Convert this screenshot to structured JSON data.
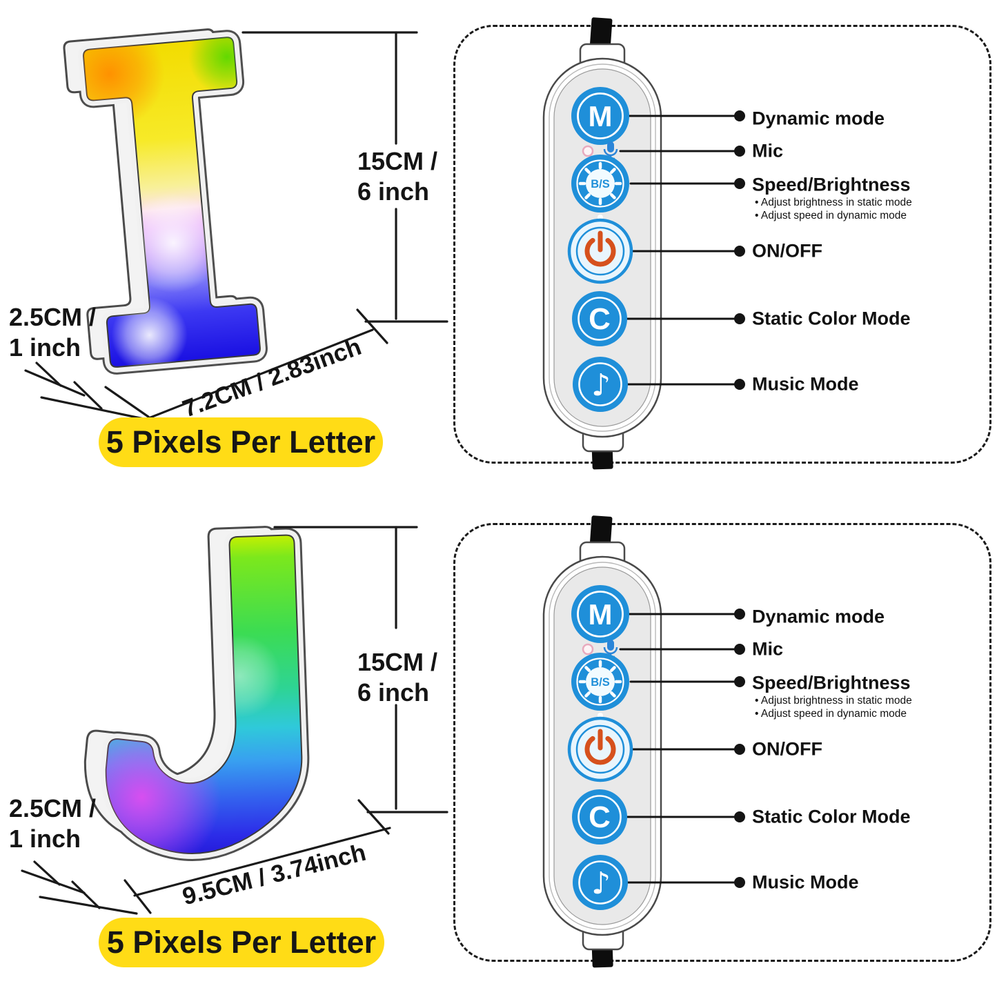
{
  "letter_panels": [
    {
      "letter": "I",
      "height_line1": "15CM /",
      "height_line2": "6 inch",
      "depth_line1": "2.5CM /",
      "depth_line2": "1 inch",
      "width_label": "7.2CM / 2.83inch",
      "badge_label": "5 Pixels Per Letter"
    },
    {
      "letter": "J",
      "height_line1": "15CM /",
      "height_line2": "6 inch",
      "depth_line1": "2.5CM /",
      "depth_line2": "1 inch",
      "width_label": "9.5CM / 3.74inch",
      "badge_label": "5 Pixels Per Letter"
    }
  ],
  "controller": {
    "mode_button_glyph": "M",
    "speed_button_glyph": "B/S",
    "static_button_glyph": "C",
    "music_note_glyph": "♪",
    "labels": {
      "dynamic": "Dynamic mode",
      "mic": "Mic",
      "speed": "Speed/Brightness",
      "speed_sub1": "Adjust brightness in static mode",
      "speed_sub2": "Adjust speed in dynamic mode",
      "onoff": "ON/OFF",
      "static": "Static Color Mode",
      "music": "Music Mode"
    }
  },
  "colors": {
    "button_blue": "#1F8FD9",
    "power_orange": "#D6511D",
    "badge_yellow": "#FFDC16",
    "led_pink": "#E8AABE",
    "mic_blue": "#2B85D8"
  }
}
